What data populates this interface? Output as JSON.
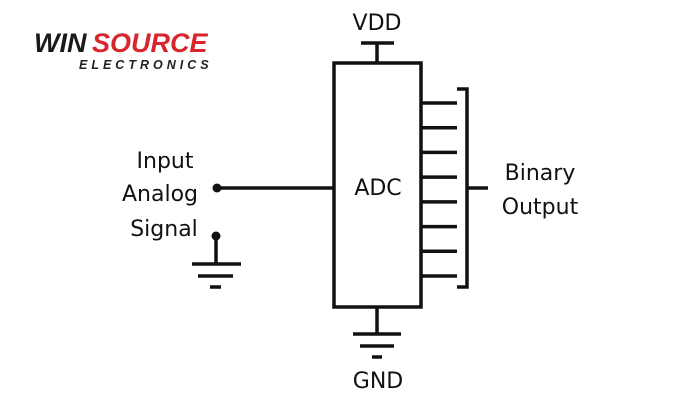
{
  "logo": {
    "brand_part1": "WIN",
    "brand_part2": "SOURCE",
    "subtitle": "ELECTRONICS",
    "colors": {
      "dark": "#1a1a1a",
      "accent": "#d7262e"
    }
  },
  "diagram": {
    "component_label": "ADC",
    "supply_label": "VDD",
    "ground_label": "GND",
    "input_label_lines": [
      "Input",
      "Analog",
      "Signal"
    ],
    "output_label_lines": [
      "Binary",
      "Output"
    ],
    "output_bit_count": 8,
    "line_color": "#111111"
  }
}
